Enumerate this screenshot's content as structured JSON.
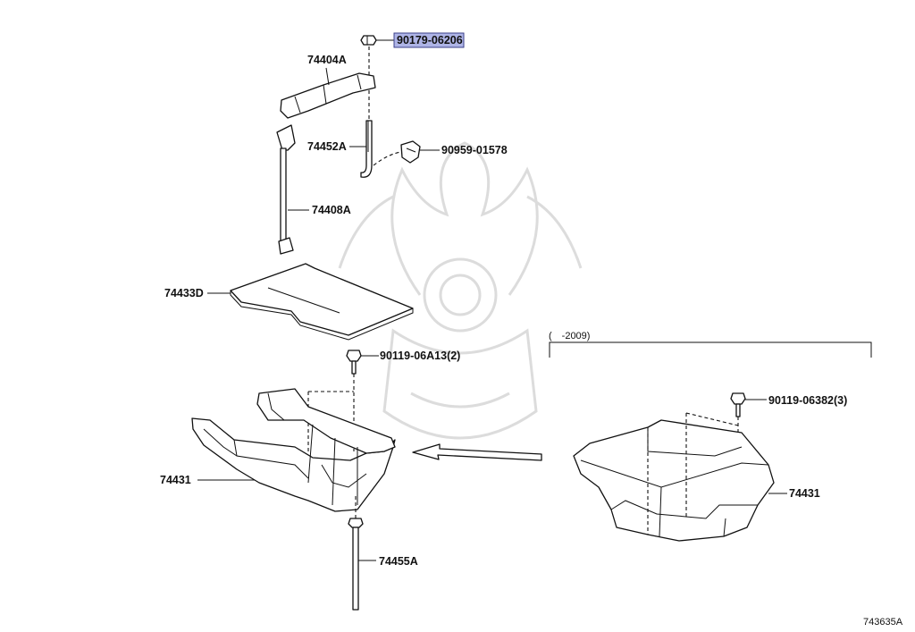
{
  "diagram_id": "743635A",
  "parts": {
    "nut_top": "90179-06206",
    "clamp": "74404A",
    "hook_bolt": "74452A",
    "clip": "90959-01578",
    "hold_down_rod": "74408A",
    "insulator": "74433D",
    "bolt_tray": "90119-06A13(2)",
    "tray_left": "74431",
    "long_bolt": "74455A",
    "bolt_alt": "90119-06382(3)",
    "tray_right": "74431"
  },
  "variant_range": "(　-2009)",
  "highlighted_part": "90179-06206",
  "colors": {
    "highlight_fill": "#aeb4e6",
    "highlight_border": "#3b3f8a",
    "line": "#111111"
  }
}
